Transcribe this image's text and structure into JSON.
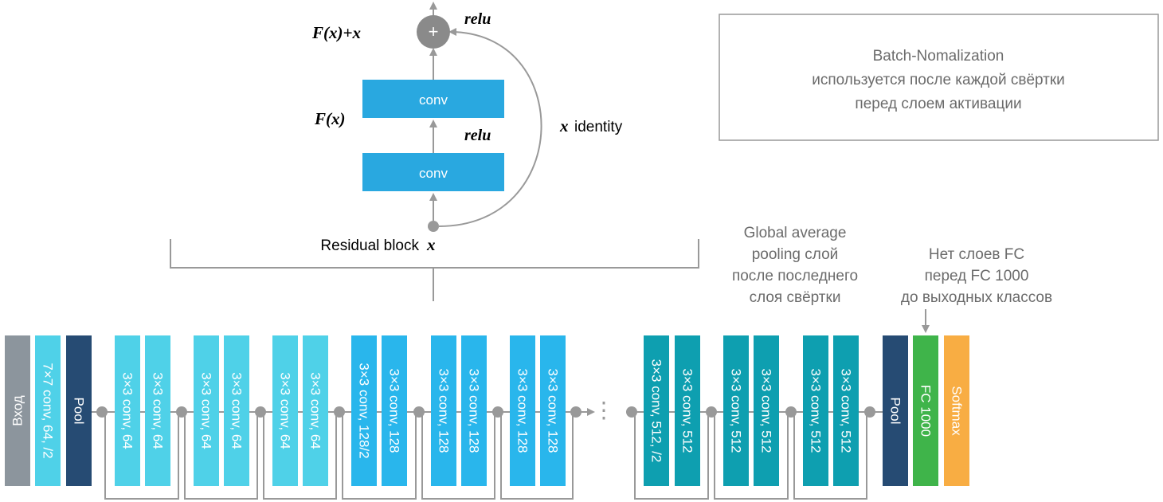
{
  "colors": {
    "input": "#8c959d",
    "conv64": "#4fd1e8",
    "conv128": "#29b6ec",
    "conv512": "#0e9fb0",
    "pool": "#264b73",
    "fc": "#3fb44a",
    "softmax": "#f8ad43",
    "residual_conv": "#29a8e0",
    "line": "#999999"
  },
  "residual_block": {
    "conv_top": "conv",
    "conv_bottom": "conv",
    "plus": "+",
    "relu_top": "relu",
    "relu_mid": "relu",
    "fx_plus_x": "F(x)+x",
    "fx": "F(x)",
    "identity_x": "x",
    "identity_word": "identity",
    "caption_text": "Residual block",
    "caption_x": "x"
  },
  "batch_norm_note": {
    "line1": "Batch-Nomalization",
    "line2": "используется после каждой свёртки",
    "line3": "перед слоем активации"
  },
  "gap_note": {
    "line1": "Global average",
    "line2": "pooling слой",
    "line3": "после последнего",
    "line4": "слоя свёртки"
  },
  "fc_note": {
    "line1": "Нет слоев FC",
    "line2": "перед FC 1000",
    "line3": "до выходных классов"
  },
  "ellipsis": "⋮",
  "layers": [
    {
      "label": "Вход",
      "kind": "input"
    },
    {
      "label": "7×7 conv, 64, /2",
      "kind": "conv64"
    },
    {
      "label": "Pool",
      "kind": "pool"
    },
    {
      "label": "3×3 conv, 64",
      "kind": "conv64"
    },
    {
      "label": "3×3 conv, 64",
      "kind": "conv64"
    },
    {
      "label": "3×3 conv, 64",
      "kind": "conv64"
    },
    {
      "label": "3×3 conv, 64",
      "kind": "conv64"
    },
    {
      "label": "3×3 conv, 64",
      "kind": "conv64"
    },
    {
      "label": "3×3 conv, 64",
      "kind": "conv64"
    },
    {
      "label": "3×3 conv, 128/2",
      "kind": "conv128"
    },
    {
      "label": "3×3 conv, 128",
      "kind": "conv128"
    },
    {
      "label": "3×3 conv, 128",
      "kind": "conv128"
    },
    {
      "label": "3×3 conv, 128",
      "kind": "conv128"
    },
    {
      "label": "3×3 conv, 128",
      "kind": "conv128"
    },
    {
      "label": "3×3 conv, 128",
      "kind": "conv128"
    },
    {
      "label": "3×3 conv, 512, /2",
      "kind": "conv512"
    },
    {
      "label": "3×3 conv, 512",
      "kind": "conv512"
    },
    {
      "label": "3×3 conv, 512",
      "kind": "conv512"
    },
    {
      "label": "3×3 conv, 512",
      "kind": "conv512"
    },
    {
      "label": "3×3 conv, 512",
      "kind": "conv512"
    },
    {
      "label": "3×3 conv, 512",
      "kind": "conv512"
    },
    {
      "label": "Pool",
      "kind": "pool"
    },
    {
      "label": "FC 1000",
      "kind": "fc"
    },
    {
      "label": "Softmax",
      "kind": "softmax"
    }
  ]
}
